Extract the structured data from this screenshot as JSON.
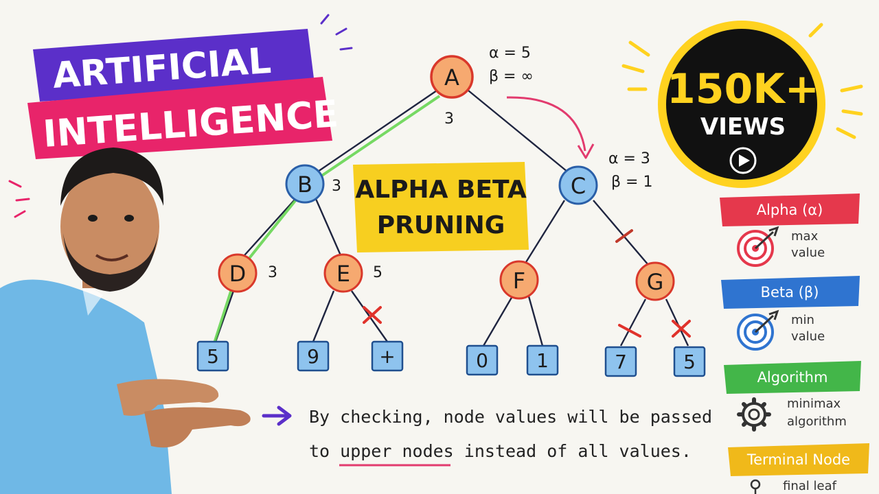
{
  "banner": {
    "line1": "ARTIFICIAL",
    "line2": "INTELLIGENCE"
  },
  "title": {
    "line1": "ALPHA BETA",
    "line2": "PRUNING"
  },
  "badge": {
    "count": "150K+",
    "label": "VIEWS"
  },
  "nodes": {
    "A": {
      "label": "A",
      "value": "3"
    },
    "B": {
      "label": "B",
      "value": "3"
    },
    "C": {
      "label": "C"
    },
    "D": {
      "label": "D",
      "value": "3"
    },
    "E": {
      "label": "E",
      "value": "5"
    },
    "F": {
      "label": "F"
    },
    "G": {
      "label": "G"
    }
  },
  "leaves": [
    "5",
    "9",
    "+",
    "0",
    "1",
    "7",
    "5"
  ],
  "annotations": {
    "a_alpha": "α = 5",
    "a_beta": "β = ∞",
    "c_alpha": "α = 3",
    "c_beta": "β = 1"
  },
  "caption": {
    "line1": "By checking, node values will be passed",
    "line2_pre": "to ",
    "line2_underlined": "upper nodes",
    "line2_post": " instead of all values."
  },
  "legend": [
    {
      "title": "Alpha (α)",
      "desc1": "max",
      "desc2": "value",
      "color": "#e5384c",
      "icon": "target-icon"
    },
    {
      "title": "Beta (β)",
      "desc1": "min",
      "desc2": "value",
      "color": "#2f74d0",
      "icon": "target-icon"
    },
    {
      "title": "Algorithm",
      "desc1": "minimax",
      "desc2": "algorithm",
      "color": "#43b649",
      "icon": "gear-icon"
    },
    {
      "title": "Terminal Node",
      "desc1": "final leaf",
      "desc2": "",
      "color": "#f0b91a",
      "icon": "pin-icon"
    }
  ],
  "colors": {
    "banner_purple": "#5b2fc9",
    "banner_pink": "#e8246a",
    "node_orange": "#f6a970",
    "node_blue": "#8ec3ee",
    "node_red_stroke": "#d9382b",
    "leaf_blue": "#8ec3ee",
    "title_yellow": "#f7cf20",
    "path_green": "#5fd34a",
    "arrow_pink": "#e23b6e",
    "arrow_purple": "#5b2fc9"
  }
}
